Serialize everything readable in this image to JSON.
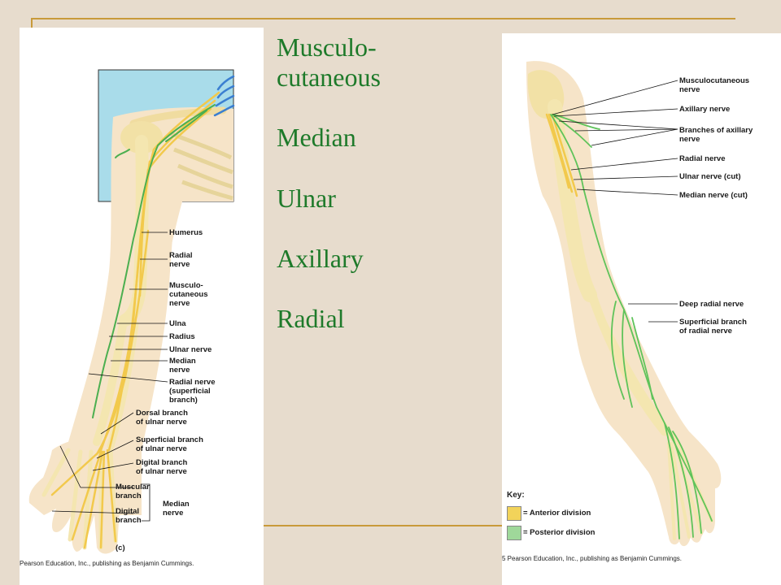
{
  "nerve_list": [
    "Musculo-",
    "cutaneous",
    "",
    "Median",
    "",
    "Ulnar",
    "",
    "Axillary",
    "",
    "Radial"
  ],
  "left_figure": {
    "labels": {
      "humerus": "Humerus",
      "radial_nerve_1": "Radial",
      "radial_nerve_2": "nerve",
      "musculo_1": "Musculo-",
      "musculo_2": "cutaneous",
      "musculo_3": "nerve",
      "ulna": "Ulna",
      "radius": "Radius",
      "ulnar_nerve": "Ulnar nerve",
      "median_1": "Median",
      "median_2": "nerve",
      "radial_sup_1": "Radial nerve",
      "radial_sup_2": "(superficial",
      "radial_sup_3": "branch)",
      "dorsal_1": "Dorsal branch",
      "dorsal_2": "of ulnar nerve",
      "superficial_1": "Superficial branch",
      "superficial_2": "of ulnar nerve",
      "digital_u_1": "Digital branch",
      "digital_u_2": "of ulnar nerve",
      "muscular_1": "Muscular",
      "muscular_2": "branch",
      "digital_1": "Digital",
      "digital_2": "branch",
      "median_group_1": "Median",
      "median_group_2": "nerve",
      "panel_letter": "(c)",
      "credit": "Pearson Education, Inc., publishing as Benjamin Cummings."
    }
  },
  "right_figure": {
    "labels": {
      "musculocutaneous_1": "Musculocutaneous",
      "musculocutaneous_2": "nerve",
      "axillary": "Axillary nerve",
      "branches_1": "Branches of axillary",
      "branches_2": "nerve",
      "radial": "Radial nerve",
      "ulnar_cut": "Ulnar nerve (cut)",
      "median_cut": "Median nerve (cut)",
      "deep_radial": "Deep radial nerve",
      "superficial_1": "Superficial branch",
      "superficial_2": "of radial nerve",
      "credit": "5 Pearson Education, Inc., publishing as Benjamin Cummings."
    },
    "key": {
      "title": "Key:",
      "anterior": "= Anterior division",
      "posterior": "= Posterior division",
      "anterior_color": "#f2d35a",
      "posterior_color": "#9fd89a"
    }
  },
  "colors": {
    "accent_rule": "#c89a3a",
    "list_text": "#1e7a2a",
    "nerve_yellow": "#f2c94c",
    "nerve_green": "#4caf50",
    "bone": "#f4e6b0",
    "skin": "#f6e4c8",
    "inset_bg": "#a9dcea"
  }
}
